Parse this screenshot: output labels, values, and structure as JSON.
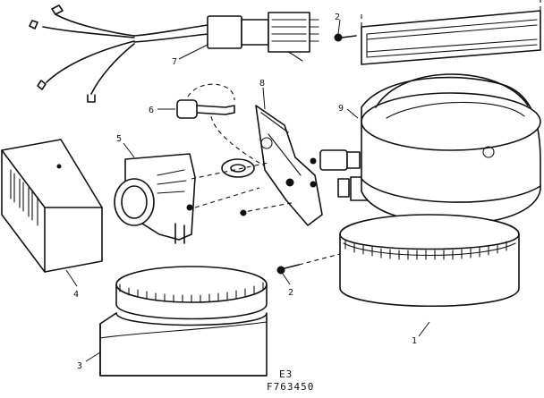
{
  "figure": {
    "section_label": "E3",
    "figure_number": "F763450"
  },
  "callouts": {
    "part_1": "1",
    "part_2_top": "2",
    "part_2_bottom": "2",
    "part_3": "3",
    "part_4": "4",
    "part_5": "5",
    "part_6": "6",
    "part_7": "7",
    "part_8": "8",
    "part_9": "9"
  }
}
